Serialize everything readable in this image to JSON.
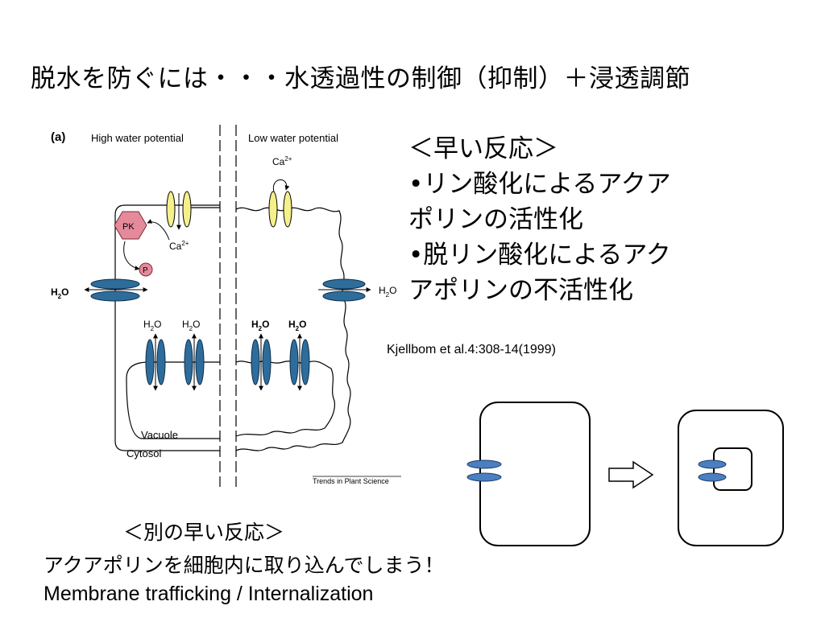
{
  "title": "脱水を防ぐには・・・水透過性の制御（抑制）＋浸透調節",
  "diagram": {
    "panel_label": "(a)",
    "left_label": "High water potential",
    "right_label": "Low water potential",
    "ca_top": "Ca",
    "ca_left": "Ca",
    "ca_sup": "2+",
    "pk": "PK",
    "p": "P",
    "h2o_h": "H",
    "h2o_sub": "2",
    "h2o_o": "O",
    "vacuole": "Vacuole",
    "cytosol": "Cytosol",
    "source": "Trends in Plant Science"
  },
  "right_text": {
    "heading": "＜早い反応＞",
    "b1_l1": "•リン酸化によるアクア",
    "b1_l2": "ポリンの活性化",
    "b2_l1": "•脱リン酸化によるアク",
    "b2_l2": "アポリンの不活性化"
  },
  "citation": "Kjellbom et al.4:308-14(1999)",
  "bottom": {
    "line1": "＜別の早い反応＞",
    "line2": "アクアポリンを細胞内に取り込んでしまう！",
    "line3": "Membrane trafficking / Internalization"
  },
  "colors": {
    "aquaporin_blue": "#2e6c9b",
    "channel_yellow": "#f5f08a",
    "pk_pink": "#e58a9b",
    "cell_blue": "#4a7fc1"
  }
}
